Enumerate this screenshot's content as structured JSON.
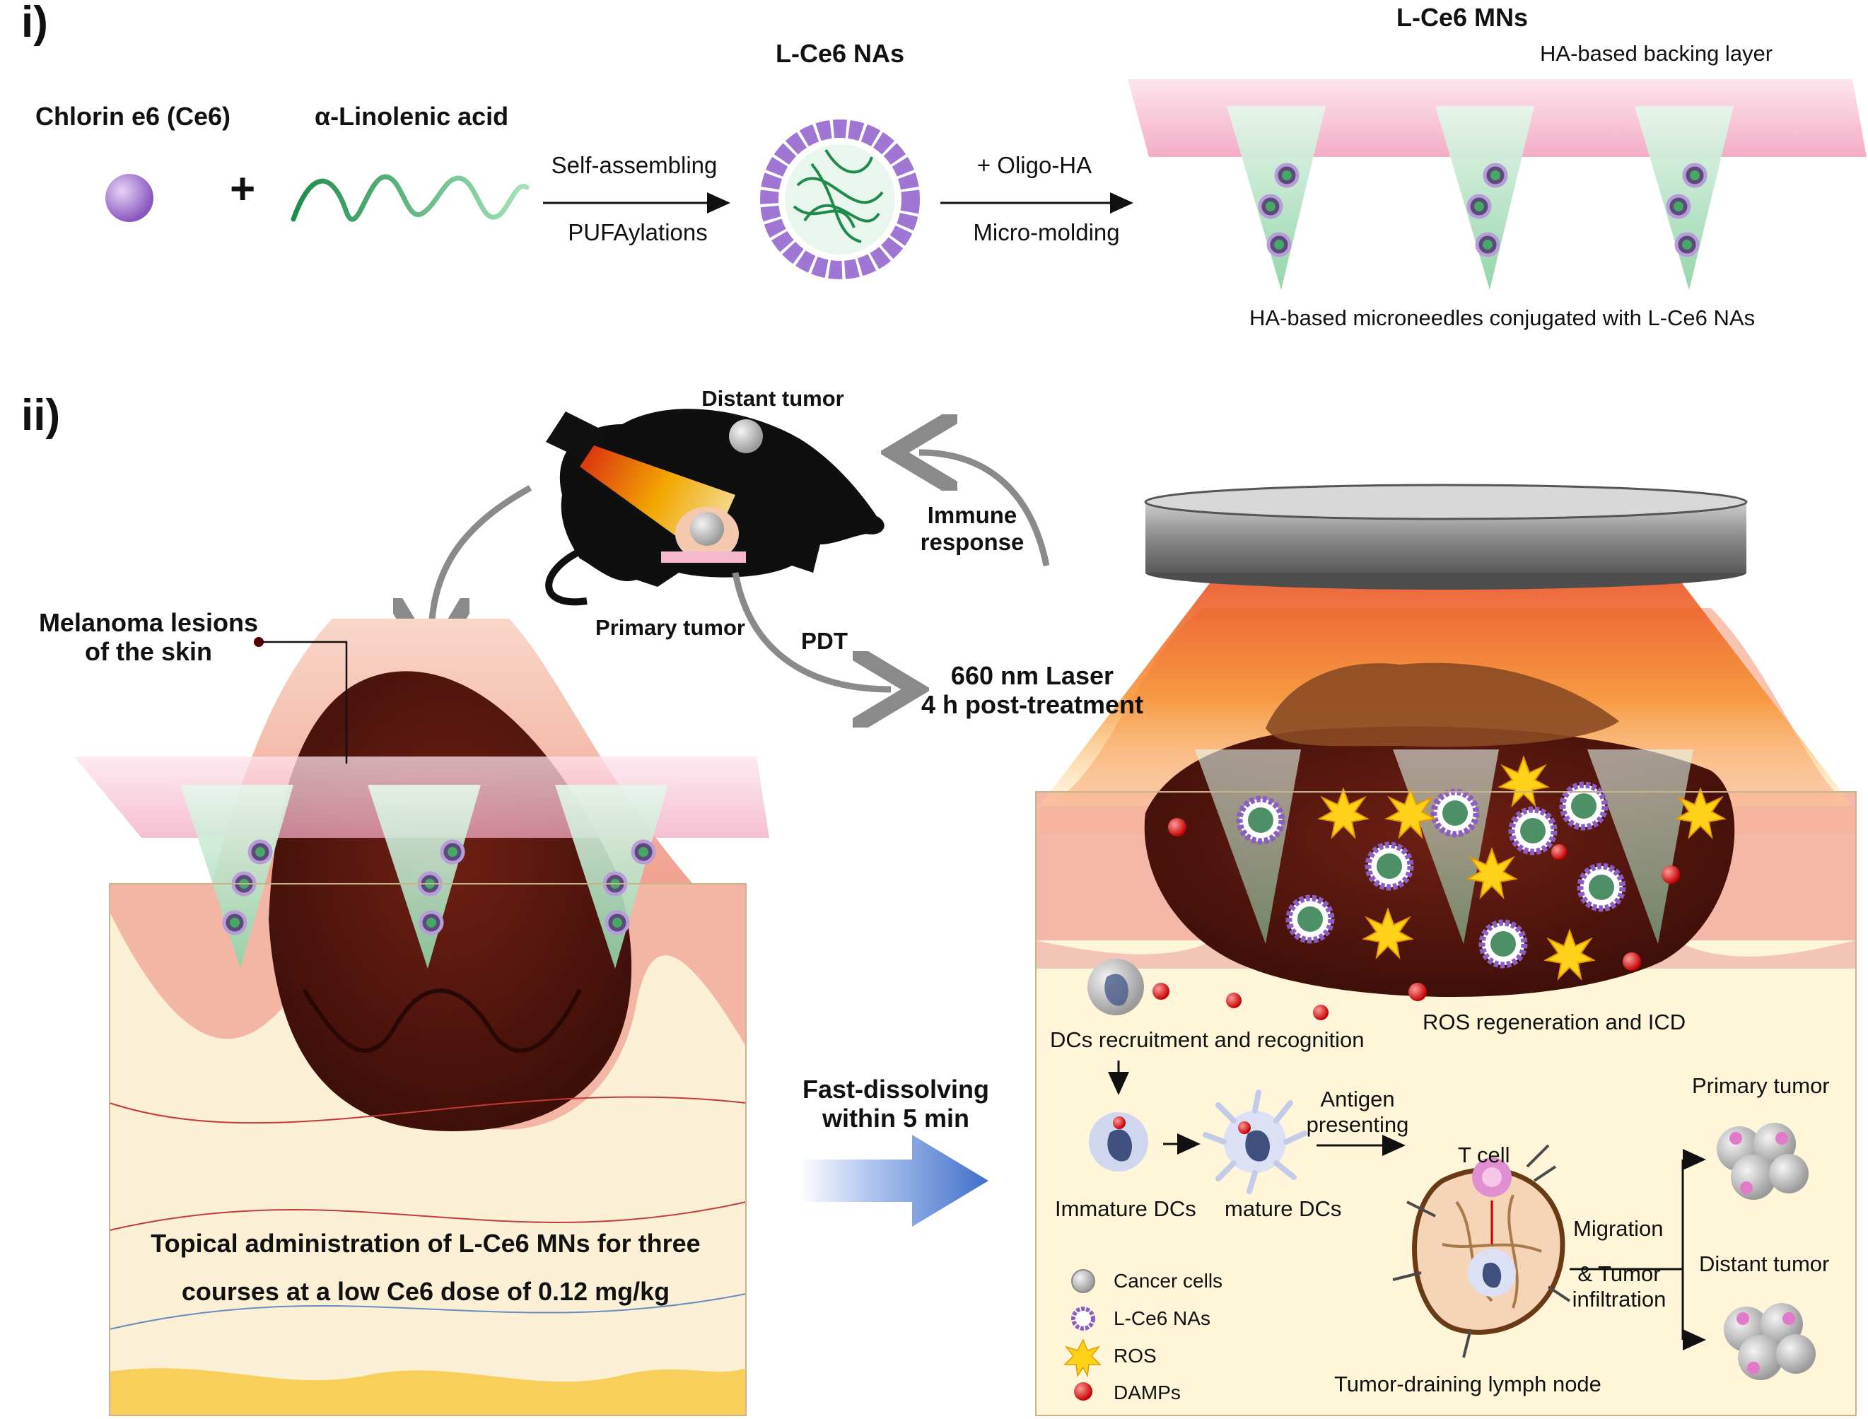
{
  "section_labels": {
    "part1": "i)",
    "part2": "ii)"
  },
  "part1": {
    "reagent_a": "Chlorin e6 (Ce6)",
    "plus": "+",
    "reagent_b": "α-Linolenic acid",
    "step1_top": "Self-assembling",
    "step1_bottom": "PUFAylations",
    "product_a": "L-Ce6 NAs",
    "step2_top": "+ Oligo-HA",
    "step2_bottom": "Micro-molding",
    "product_b": "L-Ce6 MNs",
    "backing_layer": "HA-based backing layer",
    "microneedles": "HA-based microneedles conjugated with L-Ce6 NAs"
  },
  "part2": {
    "mouse": {
      "distant_tumor": "Distant tumor",
      "primary_tumor": "Primary tumor",
      "immune_response": "Immune\nresponse",
      "pdt": "PDT",
      "laser": "660 nm Laser\n4 h post-treatment"
    },
    "left_panel": {
      "lesion_label": "Melanoma lesions\nof the skin",
      "admin_line1": "Topical administration of L-Ce6 MNs for three",
      "admin_line2": "courses at a low Ce6 dose of 0.12 mg/kg"
    },
    "transition": {
      "label": "Fast-dissolving\nwithin 5 min"
    },
    "right_panel": {
      "dc_recruit": "DCs recruitment and recognition",
      "ros_icd": "ROS regeneration and ICD",
      "antigen": "Antigen\npresenting",
      "immature": "Immature DCs",
      "mature": "mature DCs",
      "tcell": "T cell",
      "primary_tumor": "Primary tumor",
      "migration": "Migration",
      "infiltration": "& Tumor\ninfiltration",
      "distant_tumor": "Distant tumor",
      "lymph_node": "Tumor-draining lymph node",
      "legend": [
        {
          "label": "Cancer cells",
          "icon": "cancer-cell-icon"
        },
        {
          "label": "L-Ce6 NAs",
          "icon": "nanoassembly-icon"
        },
        {
          "label": "ROS",
          "icon": "ros-icon"
        },
        {
          "label": "DAMPs",
          "icon": "damp-icon"
        }
      ]
    }
  },
  "colors": {
    "ce6": "#9b6cc9",
    "linolenic": "#27a95a",
    "backing": "#f5b8cf",
    "needle": "#bfe6cf",
    "tumor": "#5b1a12",
    "skin": "#f2a89a",
    "dermis": "#fbefd2",
    "laser": "#f26a1b",
    "arrow_blue": "#4f7fcf",
    "ros": "#ffd21a",
    "damp": "#d81b1b"
  }
}
